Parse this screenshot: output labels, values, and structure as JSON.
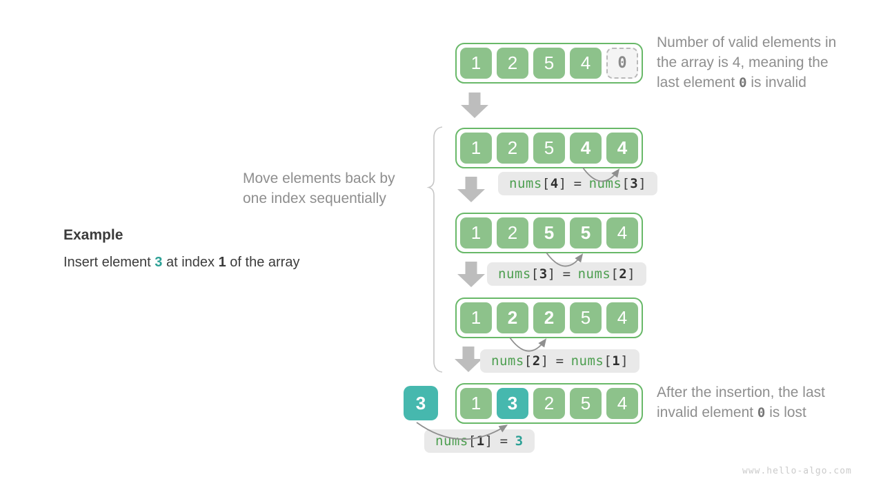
{
  "example": {
    "title": "Example",
    "pre": "Insert element ",
    "value": "3",
    "mid": " at index ",
    "index": "1",
    "post": " of the array"
  },
  "notes": {
    "top": {
      "line1": "Number of valid elements in",
      "line2": "the array is 4, meaning the",
      "line3_pre": "last element ",
      "line3_code": "0",
      "line3_post": " is invalid"
    },
    "move": {
      "line1": "Move elements back by",
      "line2": "one index sequentially"
    },
    "bottom": {
      "line1": "After the insertion, the last",
      "line2_pre": "invalid element ",
      "line2_code": "0",
      "line2_post": " is lost"
    }
  },
  "arrays": {
    "initial": [
      "1",
      "2",
      "5",
      "4",
      "0"
    ],
    "step1": [
      "1",
      "2",
      "5",
      "4",
      "4"
    ],
    "step2": [
      "1",
      "2",
      "5",
      "5",
      "4"
    ],
    "step3": [
      "1",
      "2",
      "2",
      "5",
      "4"
    ],
    "final": [
      "1",
      "3",
      "2",
      "5",
      "4"
    ]
  },
  "inserted_value": "3",
  "labels": {
    "step1": {
      "left_name": "nums",
      "lb": "[",
      "left_index": "4",
      "rb": "]",
      "eq": "=",
      "right_name": "nums",
      "right_index": "3"
    },
    "step2": {
      "left_name": "nums",
      "lb": "[",
      "left_index": "3",
      "rb": "]",
      "eq": "=",
      "right_name": "nums",
      "right_index": "2"
    },
    "step3": {
      "left_name": "nums",
      "lb": "[",
      "left_index": "2",
      "rb": "]",
      "eq": "=",
      "right_name": "nums",
      "right_index": "1"
    },
    "insert": {
      "left_name": "nums",
      "lb": "[",
      "left_index": "1",
      "rb": "]",
      "eq": "=",
      "value": "3"
    }
  },
  "icons": {
    "down_arrow": "block-down-arrow",
    "copy_arrow": "curved-copy-arrow",
    "brace": "curly-brace-left"
  },
  "colors": {
    "cell_green": "#8dc28b",
    "container_border": "#68b868",
    "teal": "#46b8ae",
    "code_green": "#4c9e4f",
    "code_teal": "#2ba095",
    "label_bg": "#e9e9e9",
    "arrow_gray": "#bdbdbd",
    "curve_gray": "#8f8f8f",
    "text_gray": "#8e8e8e",
    "text_dark": "#3b3b3b",
    "invalid_bg": "#f4f4f4",
    "invalid_border": "#b9b9b9"
  },
  "watermark": "www.hello-algo.com"
}
